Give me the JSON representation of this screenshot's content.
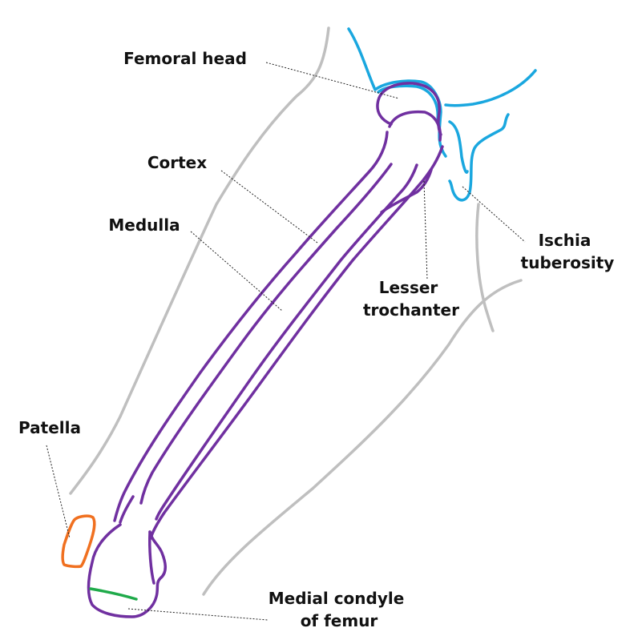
{
  "labels": {
    "femoral_head": "Femoral head",
    "cortex": "Cortex",
    "medulla": "Medulla",
    "lesser_trochanter": [
      "Lesser",
      "trochanter"
    ],
    "ischia_tuberosity": [
      "Ischia",
      "tuberosity"
    ],
    "patella": "Patella",
    "medial_condyle": [
      "Medial condyle",
      "of femur"
    ]
  },
  "colors": {
    "soft_tissue": "#bfbfbf",
    "femur": "#7030a0",
    "pelvis": "#1aa7df",
    "patella": "#f07020",
    "condyle_line": "#1faa4a"
  }
}
